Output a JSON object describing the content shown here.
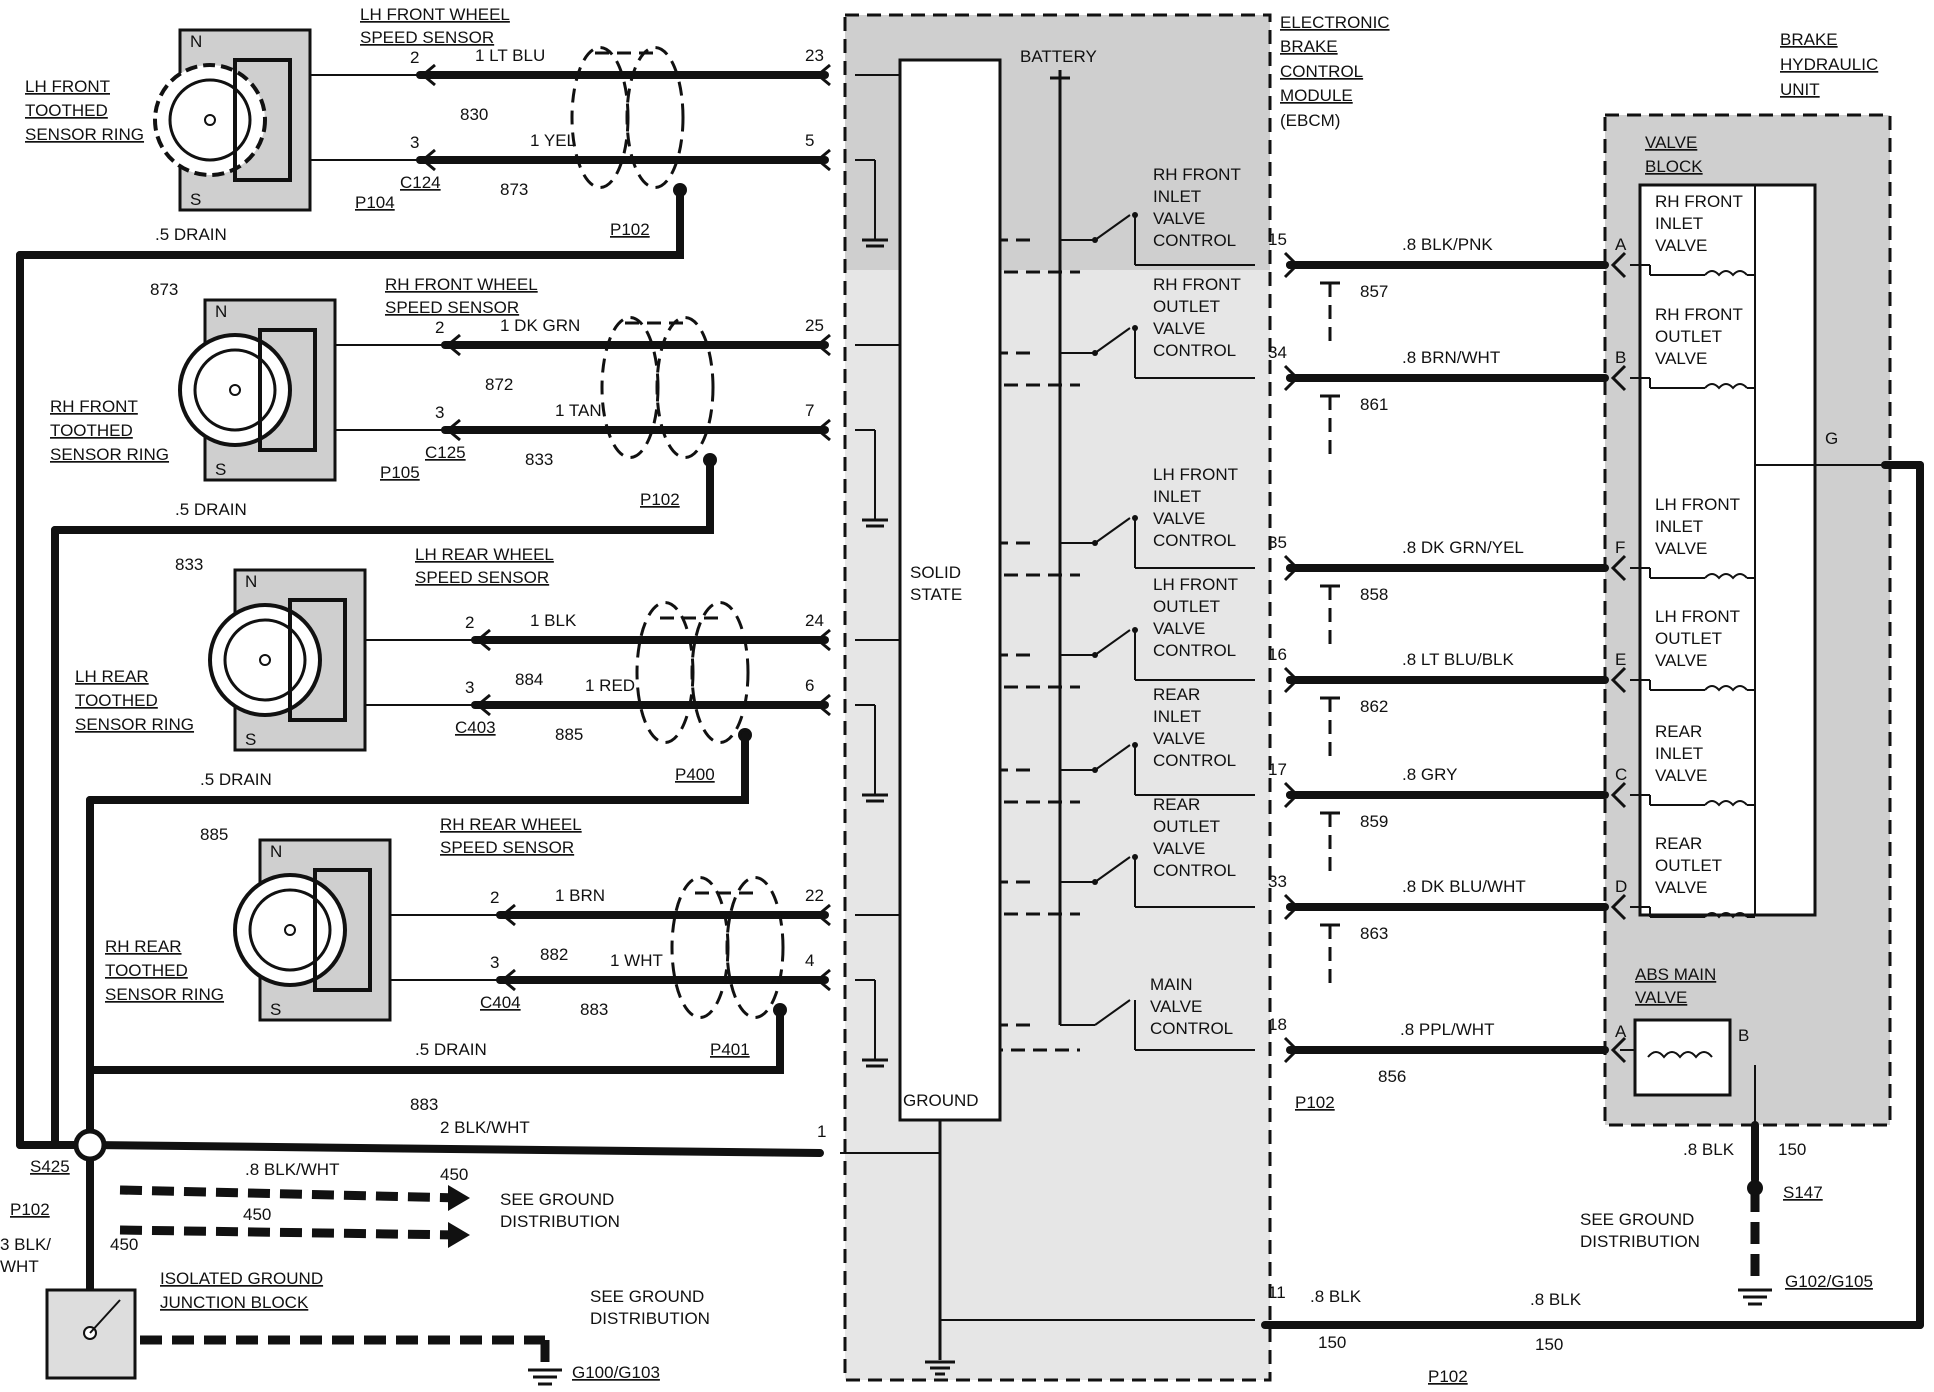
{
  "ebcm": {
    "line1": "ELECTRONIC",
    "line2": "BRAKE",
    "line3": "CONTROL",
    "line4": "MODULE",
    "line5": "(EBCM)"
  },
  "battery": "BATTERY",
  "solid_state": {
    "line1": "SOLID",
    "line2": "STATE"
  },
  "ground_label": "GROUND",
  "bhu": {
    "line1": "BRAKE",
    "line2": "HYDRAULIC",
    "line3": "UNIT"
  },
  "valve_block": {
    "line1": "VALVE",
    "line2": "BLOCK"
  },
  "abs_main": {
    "line1": "ABS MAIN",
    "line2": "VALVE",
    "pin_a": "A",
    "pin_b": "B"
  },
  "pin_g": "G",
  "sensors": [
    {
      "title1": "LH FRONT WHEEL",
      "title2": "SPEED SENSOR",
      "ring1": "LH FRONT",
      "ring2": "TOOTHED",
      "ring3": "SENSOR RING",
      "pin_a": "2",
      "pin_b": "3",
      "wire_a": "1 LT BLU",
      "wire_b": "1 YEL",
      "circuit_a": "830",
      "circuit_b": "873",
      "conn": "C124",
      "sensor_conn": "P104",
      "shield_conn": "P102",
      "ebcm_pin_a": "23",
      "ebcm_pin_b": "5",
      "drain": ".5 DRAIN",
      "drain_circuit": "873"
    },
    {
      "title1": "RH FRONT WHEEL",
      "title2": "SPEED SENSOR",
      "ring1": "RH FRONT",
      "ring2": "TOOTHED",
      "ring3": "SENSOR RING",
      "pin_a": "2",
      "pin_b": "3",
      "wire_a": "1 DK GRN",
      "wire_b": "1 TAN",
      "circuit_a": "872",
      "circuit_b": "833",
      "conn": "C125",
      "sensor_conn": "P105",
      "shield_conn": "P102",
      "ebcm_pin_a": "25",
      "ebcm_pin_b": "7",
      "drain": ".5 DRAIN",
      "drain_circuit": "833"
    },
    {
      "title1": "LH REAR WHEEL",
      "title2": "SPEED SENSOR",
      "ring1": "LH REAR",
      "ring2": "TOOTHED",
      "ring3": "SENSOR RING",
      "pin_a": "2",
      "pin_b": "3",
      "wire_a": "1 BLK",
      "wire_b": "1 RED",
      "circuit_a": "884",
      "circuit_b": "885",
      "conn": "C403",
      "sensor_conn": "",
      "shield_conn": "P400",
      "ebcm_pin_a": "24",
      "ebcm_pin_b": "6",
      "drain": ".5 DRAIN",
      "drain_circuit": "885"
    },
    {
      "title1": "RH REAR WHEEL",
      "title2": "SPEED SENSOR",
      "ring1": "RH REAR",
      "ring2": "TOOTHED",
      "ring3": "SENSOR RING",
      "pin_a": "2",
      "pin_b": "3",
      "wire_a": "1 BRN",
      "wire_b": "1 WHT",
      "circuit_a": "882",
      "circuit_b": "883",
      "conn": "C404",
      "sensor_conn": "",
      "shield_conn": "P401",
      "ebcm_pin_a": "22",
      "ebcm_pin_b": "4",
      "drain": ".5 DRAIN",
      "drain_circuit": "883"
    }
  ],
  "pole_n": "N",
  "pole_s": "S",
  "valve_controls": [
    {
      "line1": "RH FRONT",
      "line2": "INLET",
      "line3": "VALVE",
      "line4": "CONTROL",
      "pin": "15",
      "wire": ".8 BLK/PNK",
      "circuit": "857",
      "bhu_pin": "A",
      "valve1": "RH FRONT",
      "valve2": "INLET",
      "valve3": "VALVE"
    },
    {
      "line1": "RH FRONT",
      "line2": "OUTLET",
      "line3": "VALVE",
      "line4": "CONTROL",
      "pin": "34",
      "wire": ".8 BRN/WHT",
      "circuit": "861",
      "bhu_pin": "B",
      "valve1": "RH FRONT",
      "valve2": "OUTLET",
      "valve3": "VALVE"
    },
    {
      "line1": "LH FRONT",
      "line2": "INLET",
      "line3": "VALVE",
      "line4": "CONTROL",
      "pin": "35",
      "wire": ".8 DK GRN/YEL",
      "circuit": "858",
      "bhu_pin": "F",
      "valve1": "LH FRONT",
      "valve2": "INLET",
      "valve3": "VALVE"
    },
    {
      "line1": "LH FRONT",
      "line2": "OUTLET",
      "line3": "VALVE",
      "line4": "CONTROL",
      "pin": "16",
      "wire": ".8 LT BLU/BLK",
      "circuit": "862",
      "bhu_pin": "E",
      "valve1": "LH FRONT",
      "valve2": "OUTLET",
      "valve3": "VALVE"
    },
    {
      "line1": "REAR",
      "line2": "INLET",
      "line3": "VALVE",
      "line4": "CONTROL",
      "pin": "17",
      "wire": ".8 GRY",
      "circuit": "859",
      "bhu_pin": "C",
      "valve1": "REAR",
      "valve2": "INLET",
      "valve3": "VALVE"
    },
    {
      "line1": "REAR",
      "line2": "OUTLET",
      "line3": "VALVE",
      "line4": "CONTROL",
      "pin": "33",
      "wire": ".8 DK BLU/WHT",
      "circuit": "863",
      "bhu_pin": "D",
      "valve1": "REAR",
      "valve2": "OUTLET",
      "valve3": "VALVE"
    }
  ],
  "main_valve": {
    "line1": "MAIN",
    "line2": "VALVE",
    "line3": "CONTROL",
    "pin": "18",
    "wire": ".8 PPL/WHT",
    "circuit": "856",
    "conn": "P102"
  },
  "ground_circuit": {
    "pin": "1",
    "wire": "2 BLK/WHT",
    "splice": "S425"
  },
  "ground_450": {
    "wire": ".8 BLK/WHT",
    "circuit_a": "450",
    "circuit_b": "450",
    "circuit_c": "450",
    "see": "SEE GROUND",
    "see2": "DISTRIBUTION"
  },
  "left_p102": {
    "conn": "P102",
    "wire1": "3 BLK/",
    "wire2": "WHT"
  },
  "isolated": {
    "line1": "ISOLATED GROUND",
    "line2": "JUNCTION BLOCK",
    "see": "SEE GROUND",
    "see2": "DISTRIBUTION",
    "ground": "G100/G103"
  },
  "bhu_ground": {
    "wire": ".8 BLK",
    "circuit": "150",
    "splice": "S147",
    "see": "SEE GROUND",
    "see2": "DISTRIBUTION",
    "ground": "G102/G105"
  },
  "pin11": {
    "pin": "11",
    "wire_a": ".8 BLK",
    "wire_b": ".8 BLK",
    "circuit_a": "150",
    "circuit_b": "150",
    "conn": "P102"
  }
}
